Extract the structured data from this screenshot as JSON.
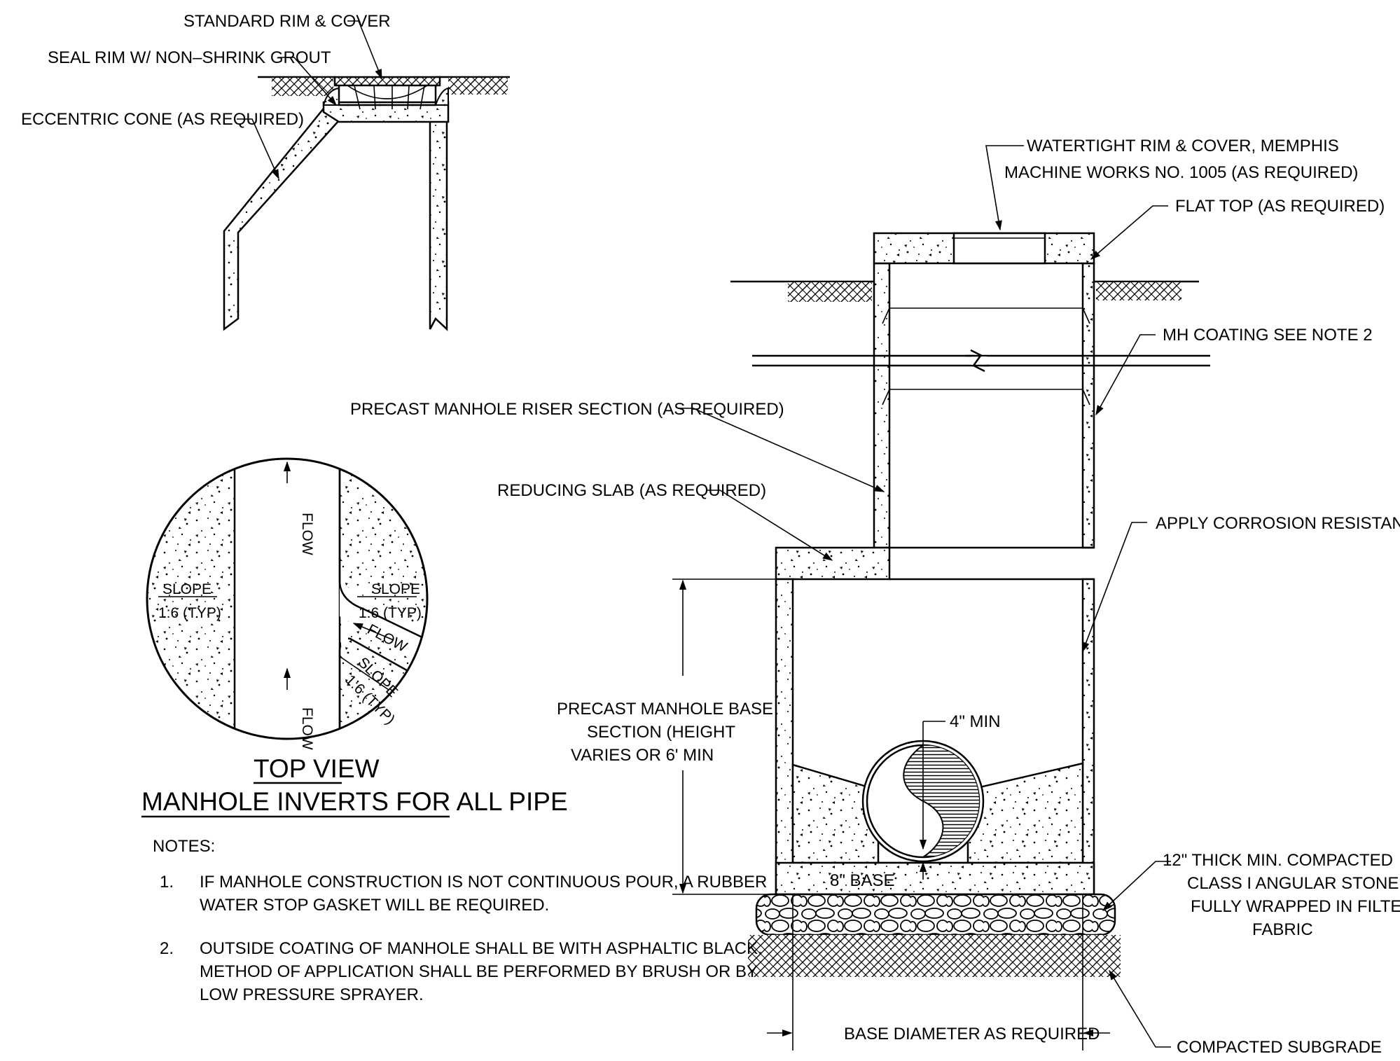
{
  "labels": {
    "standard_rim_cover": "STANDARD RIM & COVER",
    "seal_rim": "SEAL RIM W/ NON–SHRINK GROUT",
    "eccentric_cone": "ECCENTRIC CONE (AS REQUIRED)",
    "watertight_rim_1": "WATERTIGHT RIM & COVER, MEMPHIS",
    "watertight_rim_2": "MACHINE WORKS NO. 1005 (AS REQUIRED)",
    "flat_top": "FLAT TOP (AS REQUIRED)",
    "mh_coating": "MH COATING SEE NOTE 2",
    "riser_section": "PRECAST MANHOLE RISER SECTION (AS REQUIRED)",
    "reducing_slab": "REDUCING SLAB (AS REQUIRED)",
    "corrosion_coating": "APPLY CORROSION RESISTANT COATING",
    "base_section_1": "PRECAST MANHOLE BASE",
    "base_section_2": "SECTION (HEIGHT",
    "base_section_3": "VARIES OR 6' MIN",
    "four_min": "4\" MIN",
    "eight_base": "8\" BASE",
    "stone_1": "12\" THICK MIN. COMPACTED",
    "stone_2": "CLASS I ANGULAR STONE,",
    "stone_3": "FULLY WRAPPED IN FILTER",
    "stone_4": "FABRIC",
    "base_diameter": "BASE DIAMETER AS REQUIRED",
    "compacted_subgrade": "COMPACTED SUBGRADE",
    "flow": "FLOW",
    "slope": "SLOPE",
    "slope_ratio": "1:6 (TYP)"
  },
  "titles": {
    "top_view": "TOP VIEW",
    "manhole_inverts": "MANHOLE INVERTS FOR ALL PIPE"
  },
  "notes": {
    "heading": "NOTES:",
    "items": [
      {
        "num": "1.",
        "lines": [
          "IF MANHOLE CONSTRUCTION IS NOT CONTINUOUS POUR, A RUBBER",
          "WATER STOP GASKET WILL BE REQUIRED."
        ]
      },
      {
        "num": "2.",
        "lines": [
          "OUTSIDE COATING OF MANHOLE SHALL BE WITH ASPHALTIC BLACK.",
          "METHOD OF APPLICATION SHALL BE PERFORMED BY BRUSH OR BY",
          "LOW PRESSURE SPRAYER."
        ]
      }
    ]
  }
}
